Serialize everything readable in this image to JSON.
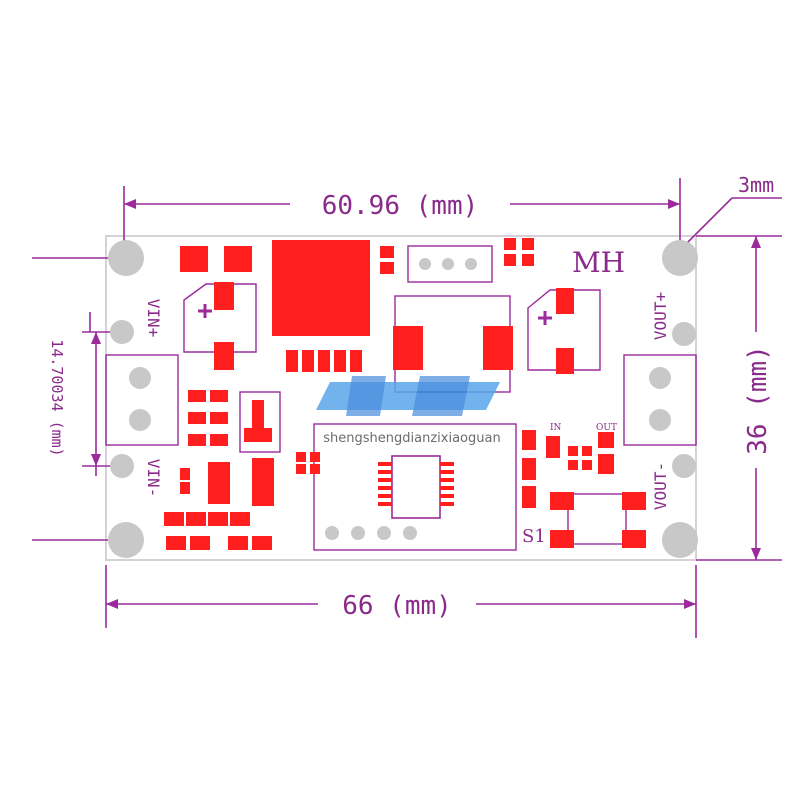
{
  "dimensions": {
    "top_width": "60.96 (mm)",
    "bottom_width": "66 (mm)",
    "right_height": "36 (mm)",
    "left_height": "14.70034 (mm)",
    "hole": "3mm"
  },
  "silkscreen": {
    "vin_plus": "VIN+",
    "vin_minus": "VIN-",
    "vout_plus": "VOUT+",
    "vout_minus": "VOUT-",
    "mh": "MH",
    "s1": "S1",
    "in": "IN",
    "out": "OUT"
  },
  "watermark": {
    "text": "shengshengdianzixiaoguan",
    "logo": "logo"
  },
  "colors": {
    "line": "#9b2b9b",
    "pad": "#ff1f1f",
    "hole": "#c8c8c8",
    "board": "#ffffff"
  }
}
